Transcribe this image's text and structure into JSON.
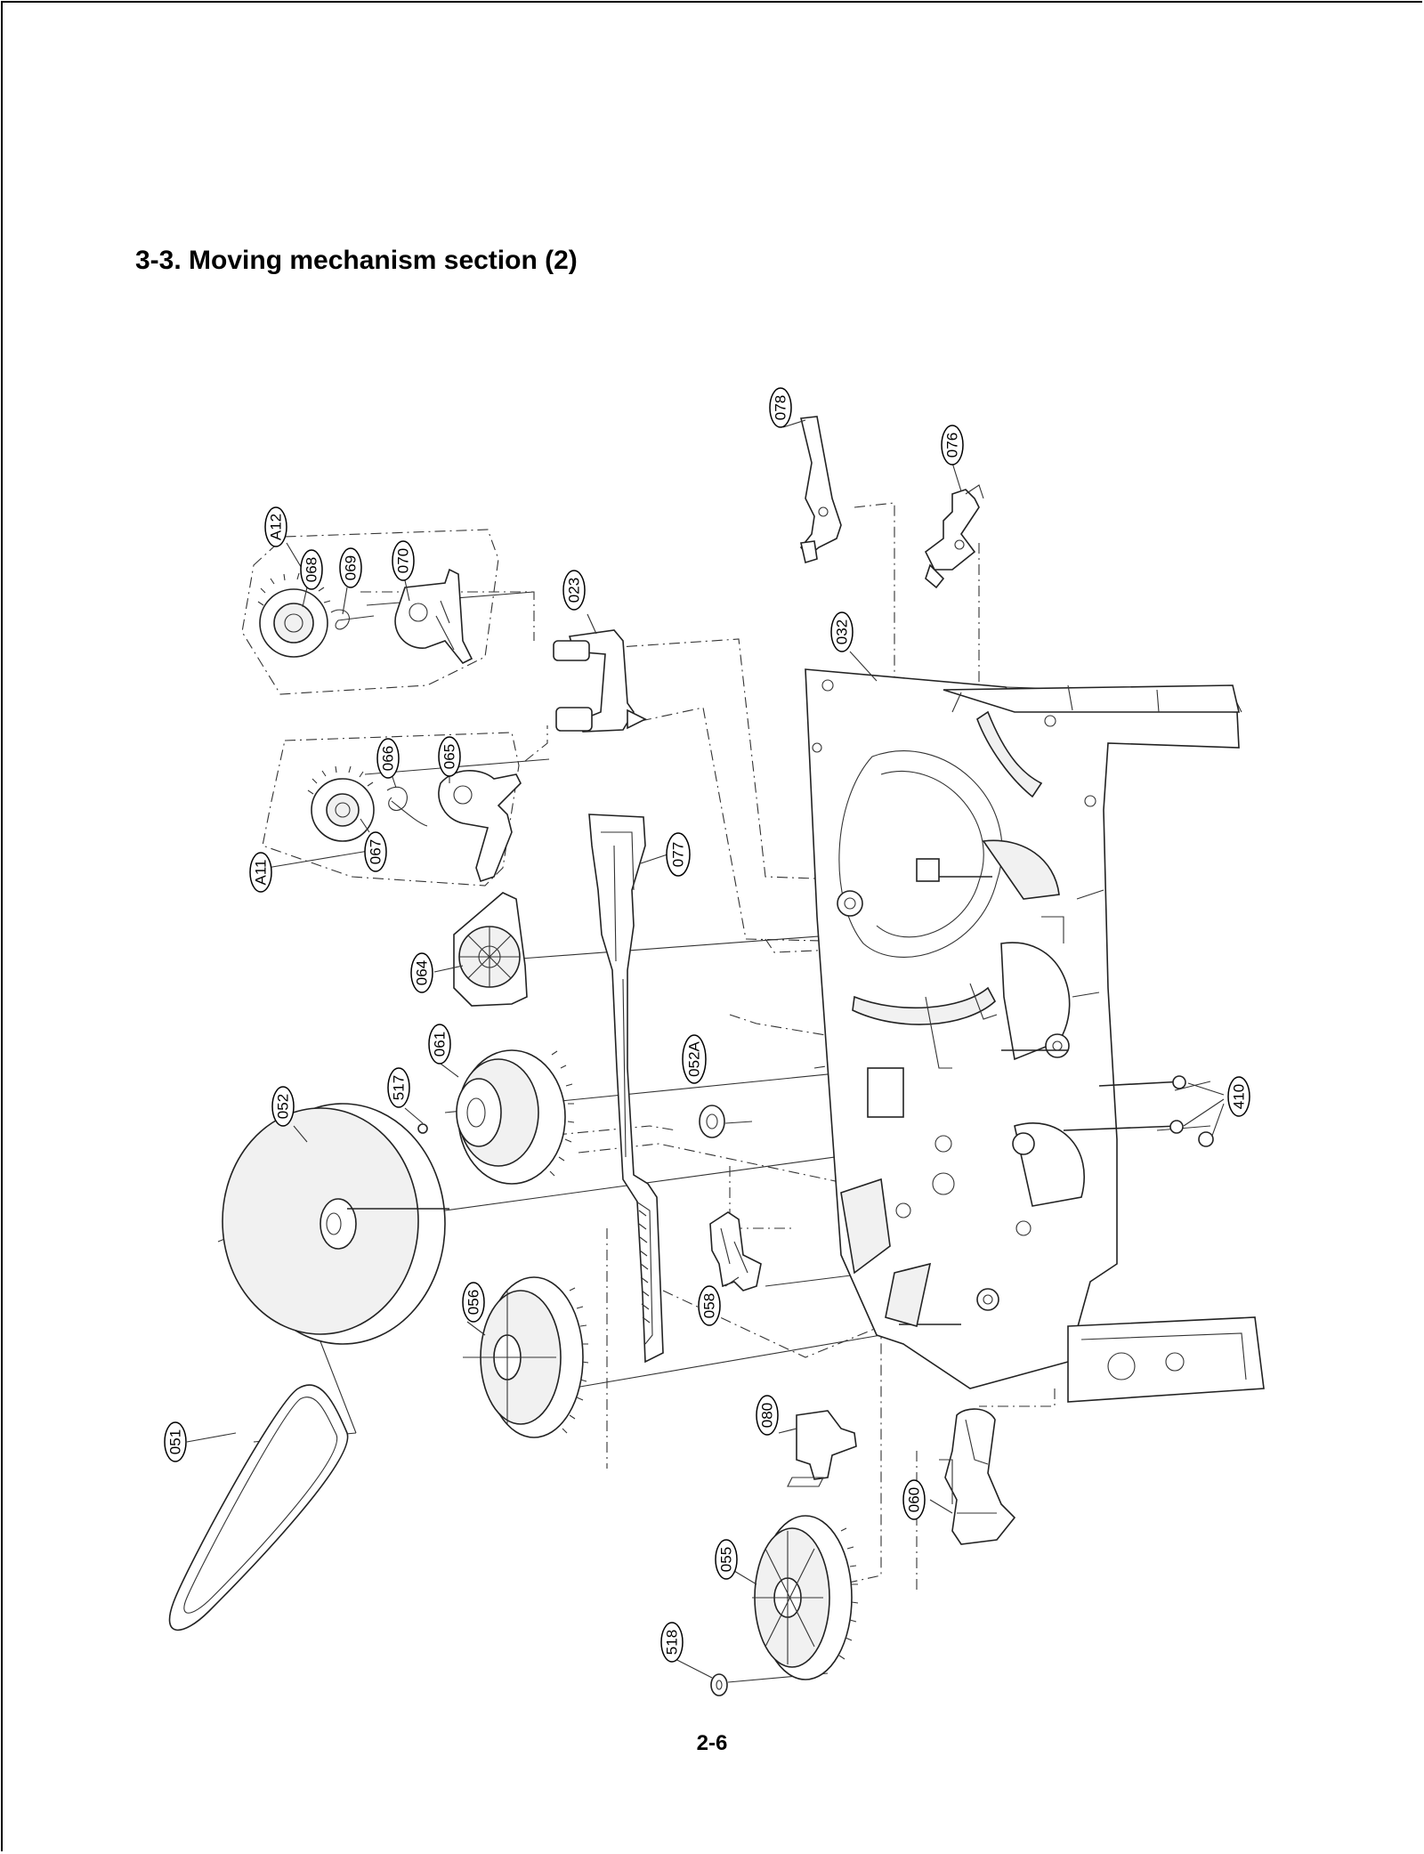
{
  "section_title": "3-3. Moving mechanism section (2)",
  "page_number": "2-6",
  "parts": {
    "p078": "078",
    "p076": "076",
    "pA12": "A12",
    "p068": "068",
    "p069": "069",
    "p070": "070",
    "p023": "023",
    "p032": "032",
    "p066": "066",
    "p065": "065",
    "p067": "067",
    "pA11": "A11",
    "p077": "077",
    "p064": "064",
    "p061": "061",
    "p517": "517",
    "p052": "052",
    "p052A": "052A",
    "p410": "410",
    "p058": "058",
    "p056": "056",
    "p080": "080",
    "p051": "051",
    "p060": "060",
    "p055": "055",
    "p518": "518"
  }
}
